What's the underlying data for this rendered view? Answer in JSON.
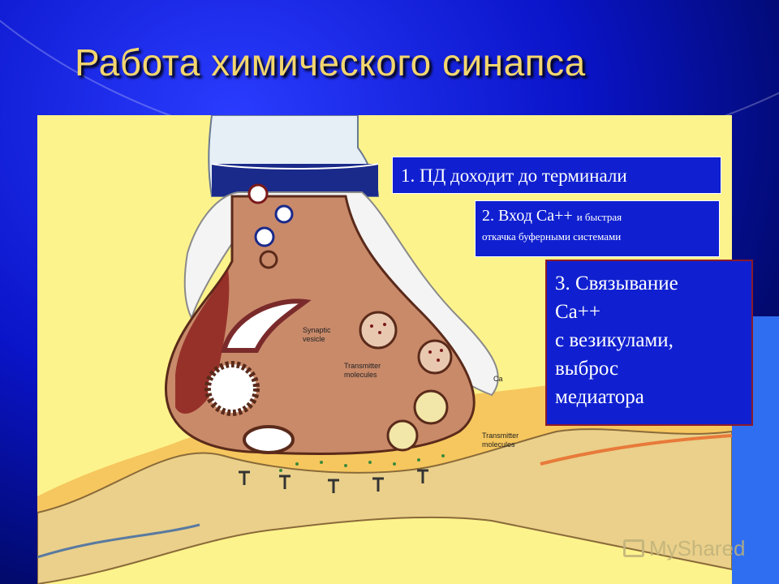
{
  "slide": {
    "title": "Работа химического синапса",
    "steps": {
      "step1": "1. ПД доходит до терминали",
      "step2_main": "2. Вход Са++ ",
      "step2_small_a": "и быстрая",
      "step2_small_b": "откачка буферными системами",
      "step3_lines": [
        "3. Связывание",
        "Са++",
        " с везикулами,",
        "выброс",
        "медиатора"
      ]
    },
    "diagram_labels": {
      "synaptic_vesicle_1": "Synaptic",
      "synaptic_vesicle_2": "vesicle",
      "transmitter_1a": "Transmitter",
      "transmitter_1b": "molecules",
      "transmitter_2a": "Transmitter",
      "transmitter_2b": "molecules",
      "ca_label": "Ca"
    },
    "watermark": "MyShared"
  },
  "colors": {
    "background": "#0a14c8",
    "title": "#f3d66e",
    "diagram_bg": "#fdf38c",
    "box_bg": "#1020d0"
  }
}
